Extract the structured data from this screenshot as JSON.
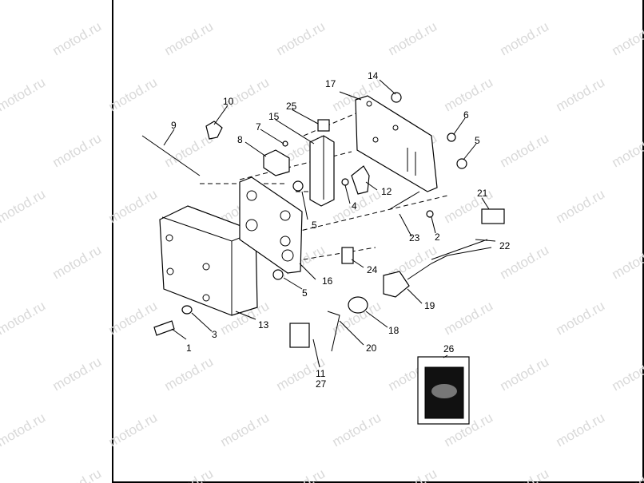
{
  "watermark_text": "motod.ru",
  "callouts": {
    "c1": "1",
    "c2": "2",
    "c3": "3",
    "c4": "4",
    "c5a": "5",
    "c5b": "5",
    "c5c": "5",
    "c6": "6",
    "c7": "7",
    "c8": "8",
    "c9": "9",
    "c10": "10",
    "c11": "11",
    "c12": "12",
    "c13": "13",
    "c14": "14",
    "c15": "15",
    "c16": "16",
    "c17": "17",
    "c18": "18",
    "c19": "19",
    "c20": "20",
    "c21": "21",
    "c22": "22",
    "c23": "23",
    "c24": "24",
    "c25": "25",
    "c26": "26",
    "c27": "27"
  },
  "icons": {
    "cover": "cover-13-icon",
    "bracket": "mounting-bracket-16-icon",
    "plate": "mounting-plate-17-icon",
    "manual": "service-manual-26-icon"
  }
}
